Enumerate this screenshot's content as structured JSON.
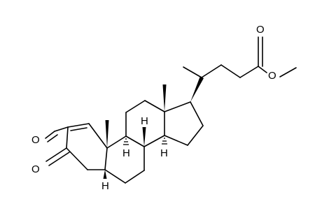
{
  "molecule": {
    "ink_color": "#000000",
    "background_color": "#ffffff",
    "atoms": [
      {
        "id": "O_aldehyde",
        "symbol": "O"
      },
      {
        "id": "O_ketone",
        "symbol": "O"
      },
      {
        "id": "O_ester_carbonyl",
        "symbol": "O"
      },
      {
        "id": "O_ester_ether",
        "symbol": "O"
      },
      {
        "id": "H5",
        "symbol": "H"
      },
      {
        "id": "H8",
        "symbol": "H"
      },
      {
        "id": "H9",
        "symbol": "H"
      },
      {
        "id": "H14",
        "symbol": "H"
      }
    ]
  }
}
